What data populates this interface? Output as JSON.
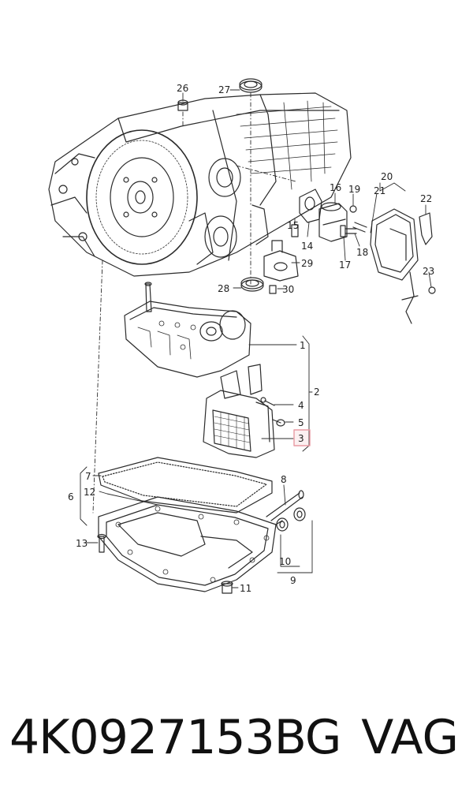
{
  "callouts": [
    {
      "id": "c26",
      "label": "26"
    },
    {
      "id": "c27",
      "label": "27"
    },
    {
      "id": "c16",
      "label": "16"
    },
    {
      "id": "c19",
      "label": "19"
    },
    {
      "id": "c20",
      "label": "20"
    },
    {
      "id": "c21",
      "label": "21"
    },
    {
      "id": "c22",
      "label": "22"
    },
    {
      "id": "c15",
      "label": "15"
    },
    {
      "id": "c14",
      "label": "14"
    },
    {
      "id": "c18",
      "label": "18"
    },
    {
      "id": "c29",
      "label": "29"
    },
    {
      "id": "c17",
      "label": "17"
    },
    {
      "id": "c23",
      "label": "23"
    },
    {
      "id": "c28",
      "label": "28"
    },
    {
      "id": "c30",
      "label": "30"
    },
    {
      "id": "c1",
      "label": "1"
    },
    {
      "id": "c2",
      "label": "2"
    },
    {
      "id": "c4",
      "label": "4"
    },
    {
      "id": "c5",
      "label": "5"
    },
    {
      "id": "c3",
      "label": "3"
    },
    {
      "id": "c7",
      "label": "7"
    },
    {
      "id": "c6",
      "label": "6"
    },
    {
      "id": "c12",
      "label": "12"
    },
    {
      "id": "c8",
      "label": "8"
    },
    {
      "id": "c13",
      "label": "13"
    },
    {
      "id": "c10",
      "label": "10"
    },
    {
      "id": "c9",
      "label": "9"
    },
    {
      "id": "c11",
      "label": "11"
    }
  ],
  "highlight_color": "#e89aa3",
  "caption": {
    "part_number": "4K0927153BG",
    "brand": "VAG"
  }
}
